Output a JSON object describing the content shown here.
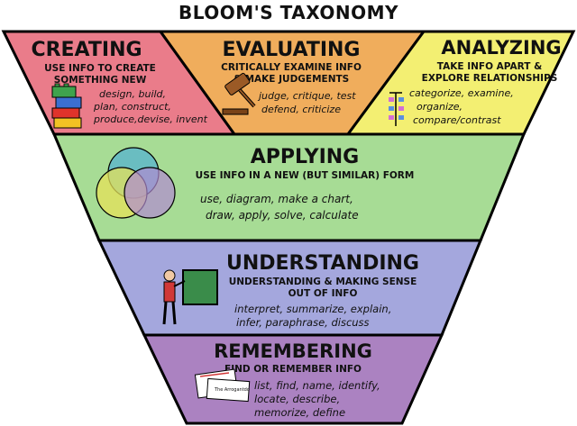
{
  "title": "BLOOM'S TAXONOMY",
  "colors": {
    "creating": "#ea7c8a",
    "evaluating": "#f0ad5c",
    "analyzing": "#f3ef72",
    "applying": "#a7dc95",
    "understanding": "#a4a7dd",
    "remembering": "#ab82c1"
  },
  "levels": {
    "creating": {
      "heading": "CREATING",
      "description": [
        "USE INFO TO CREATE",
        "SOMETHING NEW"
      ],
      "verbs": [
        "design, build,",
        "plan, construct,",
        "produce,devise, invent"
      ],
      "icon": "lego-bricks-icon"
    },
    "evaluating": {
      "heading": "EVALUATING",
      "description": [
        "CRITICALLY EXAMINE INFO",
        "& MAKE JUDGEMENTS"
      ],
      "verbs": [
        "judge, critique, test",
        "defend, criticize"
      ],
      "icon": "gavel-icon"
    },
    "analyzing": {
      "heading": "ANALYZING",
      "description": [
        "TAKE INFO APART &",
        "EXPLORE RELATIONSHIPS"
      ],
      "verbs": [
        "categorize, examine,",
        "organize,",
        "compare/contrast"
      ],
      "icon": "sorting-chart-icon"
    },
    "applying": {
      "heading": "APPLYING",
      "description": [
        "USE INFO IN A NEW (BUT SIMILAR) FORM"
      ],
      "verbs": [
        "use, diagram, make a chart,",
        "draw, apply, solve, calculate"
      ],
      "icon": "venn-diagram-icon"
    },
    "understanding": {
      "heading": "UNDERSTANDING",
      "description": [
        "UNDERSTANDING & MAKING SENSE",
        "OUT OF INFO"
      ],
      "verbs": [
        "interpret, summarize, explain,",
        "infer, paraphrase, discuss"
      ],
      "icon": "teacher-at-board-icon"
    },
    "remembering": {
      "heading": "REMEMBERING",
      "description": [
        "FIND OR REMEMBER INFO"
      ],
      "verbs": [
        "list, find, name, identify,",
        "locate, describe,",
        "memorize, define"
      ],
      "icon": "flash-cards-icon",
      "card_text": "The Arrogantdo"
    }
  }
}
